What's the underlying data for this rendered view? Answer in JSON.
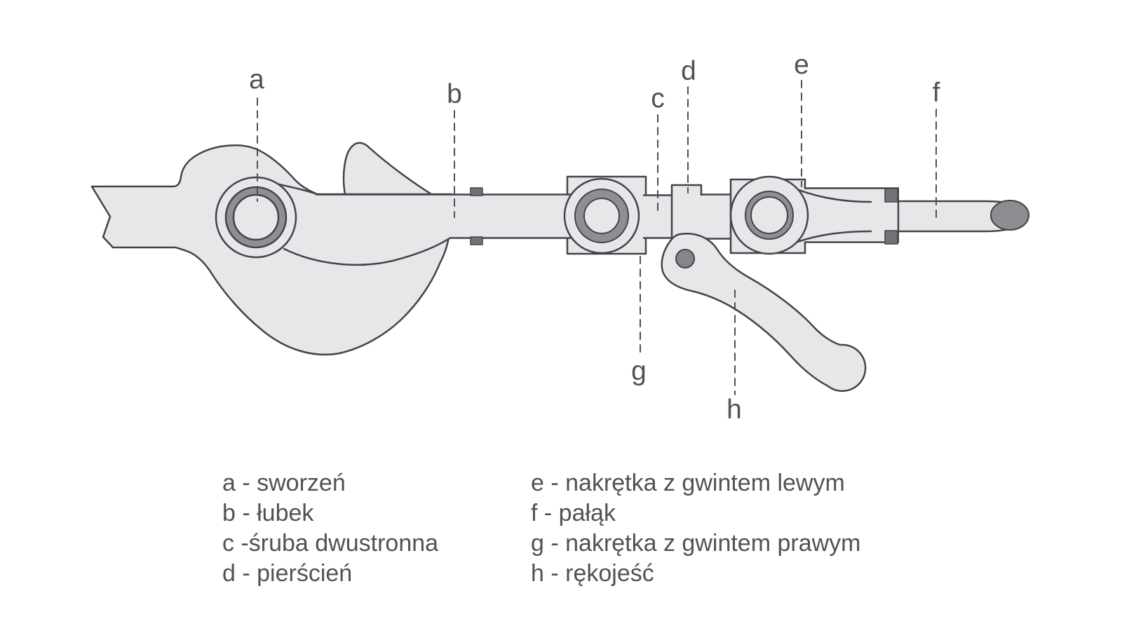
{
  "diagram": {
    "description": "screw coupling technical drawing",
    "labels": [
      {
        "letter": "a"
      },
      {
        "letter": "b"
      },
      {
        "letter": "c"
      },
      {
        "letter": "d"
      },
      {
        "letter": "e"
      },
      {
        "letter": "f"
      },
      {
        "letter": "g"
      },
      {
        "letter": "h"
      }
    ]
  },
  "legend": {
    "columns": [
      {
        "items": [
          "a - sworzeń",
          "b - łubek",
          "c -śruba dwustronna",
          "d - pierścień"
        ]
      },
      {
        "items": [
          "e - nakrętka z gwintem lewym",
          "f - pałąk",
          "g - nakrętka z gwintem prawym",
          "h - rękojeść"
        ]
      }
    ]
  },
  "colors": {
    "part_fill": "#e6e7e9",
    "outline": "#424449",
    "dark_metal": "#8e8f92",
    "tab_dark": "#717277",
    "text": "#515256"
  }
}
